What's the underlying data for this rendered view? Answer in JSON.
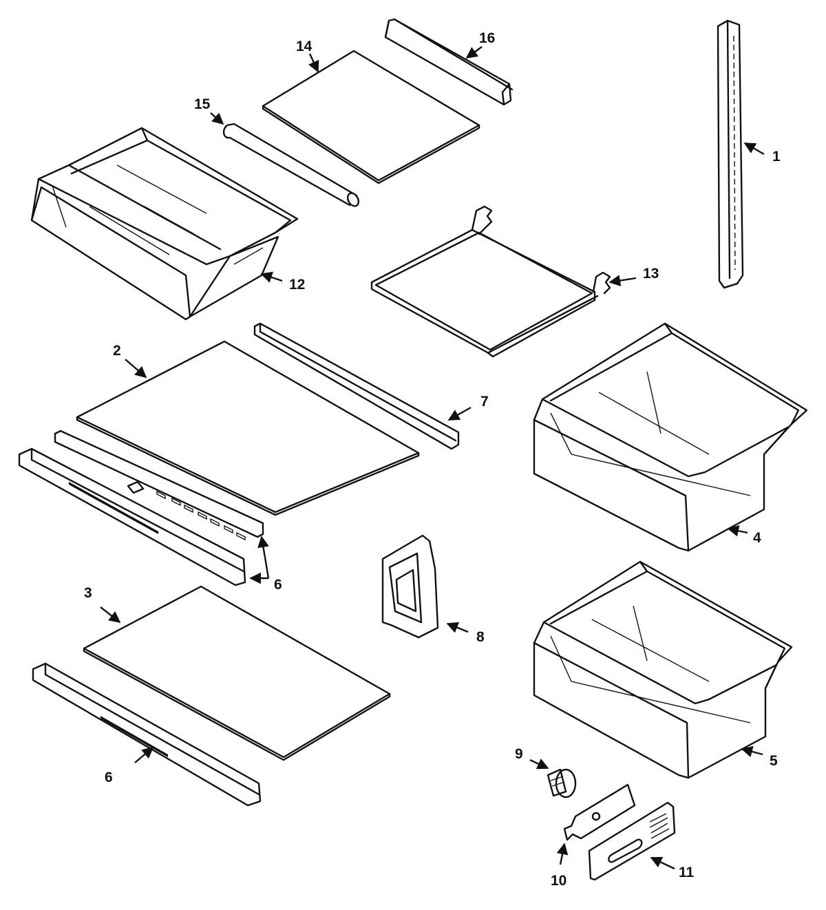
{
  "diagram": {
    "labels": {
      "p1": "1",
      "p2": "2",
      "p3": "3",
      "p4": "4",
      "p5": "5",
      "p6a": "6",
      "p6b": "6",
      "p7": "7",
      "p8": "8",
      "p9": "9",
      "p10": "10",
      "p11": "11",
      "p12": "12",
      "p13": "13",
      "p14": "14",
      "p15": "15",
      "p16": "16"
    },
    "colors": {
      "line": "#111111",
      "background": "#ffffff"
    }
  }
}
